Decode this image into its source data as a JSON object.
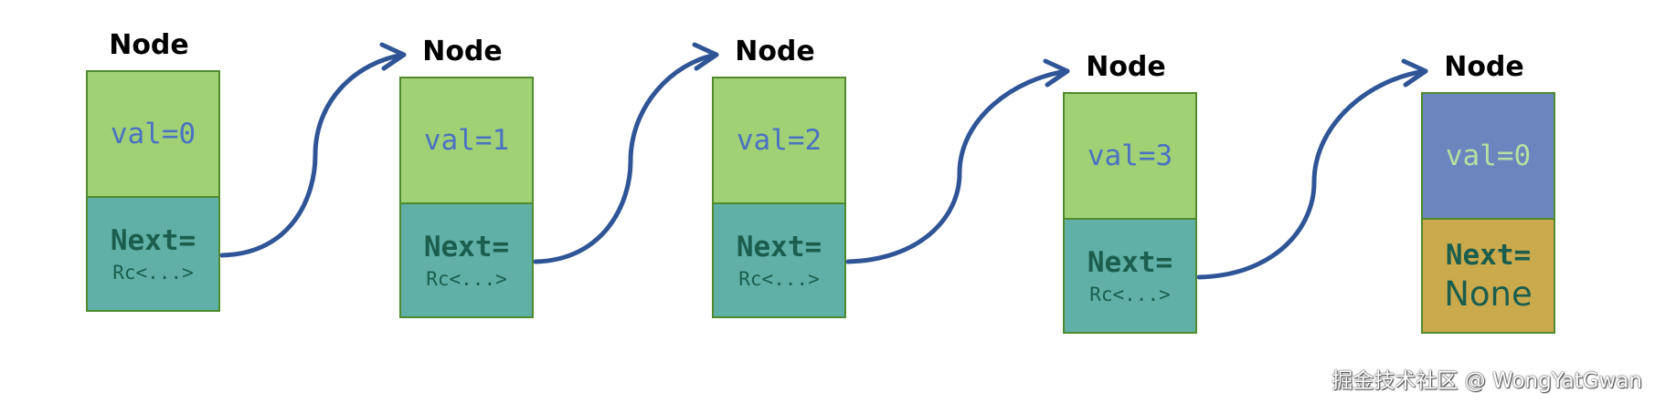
{
  "nodes": [
    {
      "title": "Node",
      "val": "val=0",
      "next": "Next=",
      "next_sub": "Rc<...>"
    },
    {
      "title": "Node",
      "val": "val=1",
      "next": "Next=",
      "next_sub": "Rc<...>"
    },
    {
      "title": "Node",
      "val": "val=2",
      "next": "Next=",
      "next_sub": "Rc<...>"
    },
    {
      "title": "Node",
      "val": "val=3",
      "next": "Next=",
      "next_sub": "Rc<...>"
    },
    {
      "title": "Node",
      "val": "val=0",
      "next": "Next=",
      "next_sub": "None"
    }
  ],
  "colors": {
    "val_fill": "#a0d175",
    "next_fill": "#60b0a8",
    "last_val_fill": "#6b86bf",
    "last_next_fill": "#cba94d",
    "border": "#4f8b2e",
    "arrow": "#2f5597"
  },
  "watermark": "掘金技术社区 @ WongYatGwan"
}
